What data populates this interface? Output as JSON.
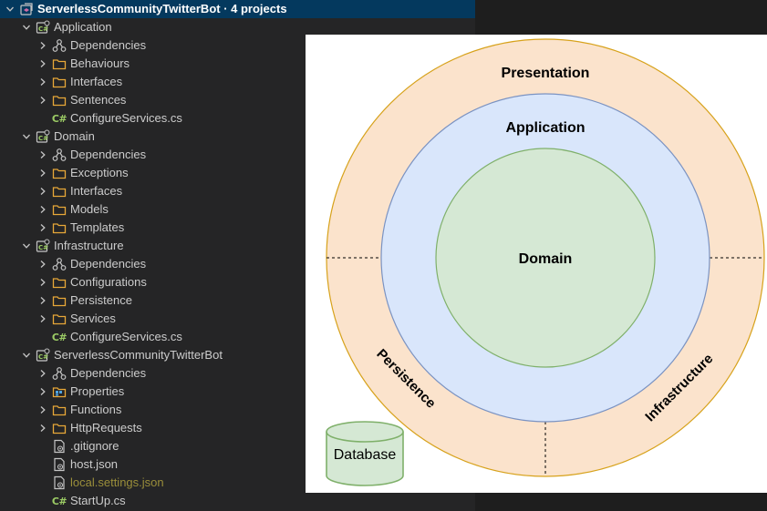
{
  "explorer": {
    "root": {
      "label": "ServerlessCommunityTwitterBot · 4 projects"
    },
    "projects": [
      {
        "label": "Application",
        "items": [
          {
            "label": "Dependencies",
            "kind": "dependencies",
            "expandable": true
          },
          {
            "label": "Behaviours",
            "kind": "folder",
            "expandable": true
          },
          {
            "label": "Interfaces",
            "kind": "folder",
            "expandable": true
          },
          {
            "label": "Sentences",
            "kind": "folder",
            "expandable": true
          },
          {
            "label": "ConfigureServices.cs",
            "kind": "csharp",
            "expandable": false
          }
        ]
      },
      {
        "label": "Domain",
        "items": [
          {
            "label": "Dependencies",
            "kind": "dependencies",
            "expandable": true
          },
          {
            "label": "Exceptions",
            "kind": "folder",
            "expandable": true
          },
          {
            "label": "Interfaces",
            "kind": "folder",
            "expandable": true
          },
          {
            "label": "Models",
            "kind": "folder",
            "expandable": true
          },
          {
            "label": "Templates",
            "kind": "folder",
            "expandable": true
          }
        ]
      },
      {
        "label": "Infrastructure",
        "items": [
          {
            "label": "Dependencies",
            "kind": "dependencies",
            "expandable": true
          },
          {
            "label": "Configurations",
            "kind": "folder",
            "expandable": true
          },
          {
            "label": "Persistence",
            "kind": "folder",
            "expandable": true
          },
          {
            "label": "Services",
            "kind": "folder",
            "expandable": true
          },
          {
            "label": "ConfigureServices.cs",
            "kind": "csharp",
            "expandable": false
          }
        ]
      },
      {
        "label": "ServerlessCommunityTwitterBot",
        "items": [
          {
            "label": "Dependencies",
            "kind": "dependencies",
            "expandable": true
          },
          {
            "label": "Properties",
            "kind": "properties",
            "expandable": true
          },
          {
            "label": "Functions",
            "kind": "folder",
            "expandable": true
          },
          {
            "label": "HttpRequests",
            "kind": "folder",
            "expandable": true
          },
          {
            "label": ".gitignore",
            "kind": "file",
            "expandable": false
          },
          {
            "label": "host.json",
            "kind": "file",
            "expandable": false
          },
          {
            "label": "local.settings.json",
            "kind": "file",
            "expandable": false,
            "muted": true
          },
          {
            "label": "StartUp.cs",
            "kind": "csharp",
            "expandable": false
          }
        ]
      }
    ],
    "icon_text": {
      "csharp": "C#"
    },
    "colors": {
      "folder": "#e8a838",
      "selected_bg": "#04395e",
      "csharp": "#9ccc65",
      "muted": "#9a8e3a"
    }
  },
  "diagram": {
    "rings": {
      "outer": {
        "label": "Presentation",
        "fill": "#fbe3cc",
        "stroke": "#d7a21b"
      },
      "middle": {
        "label": "Application",
        "fill": "#d9e6fb",
        "stroke": "#7b93c2"
      },
      "inner": {
        "label": "Domain",
        "fill": "#d5e8d4",
        "stroke": "#7fb06a"
      }
    },
    "sectors": {
      "left": "Persistence",
      "right": "Infrastructure"
    },
    "database": {
      "label": "Database",
      "fill": "#d5e8d4",
      "stroke": "#7fb06a"
    }
  }
}
